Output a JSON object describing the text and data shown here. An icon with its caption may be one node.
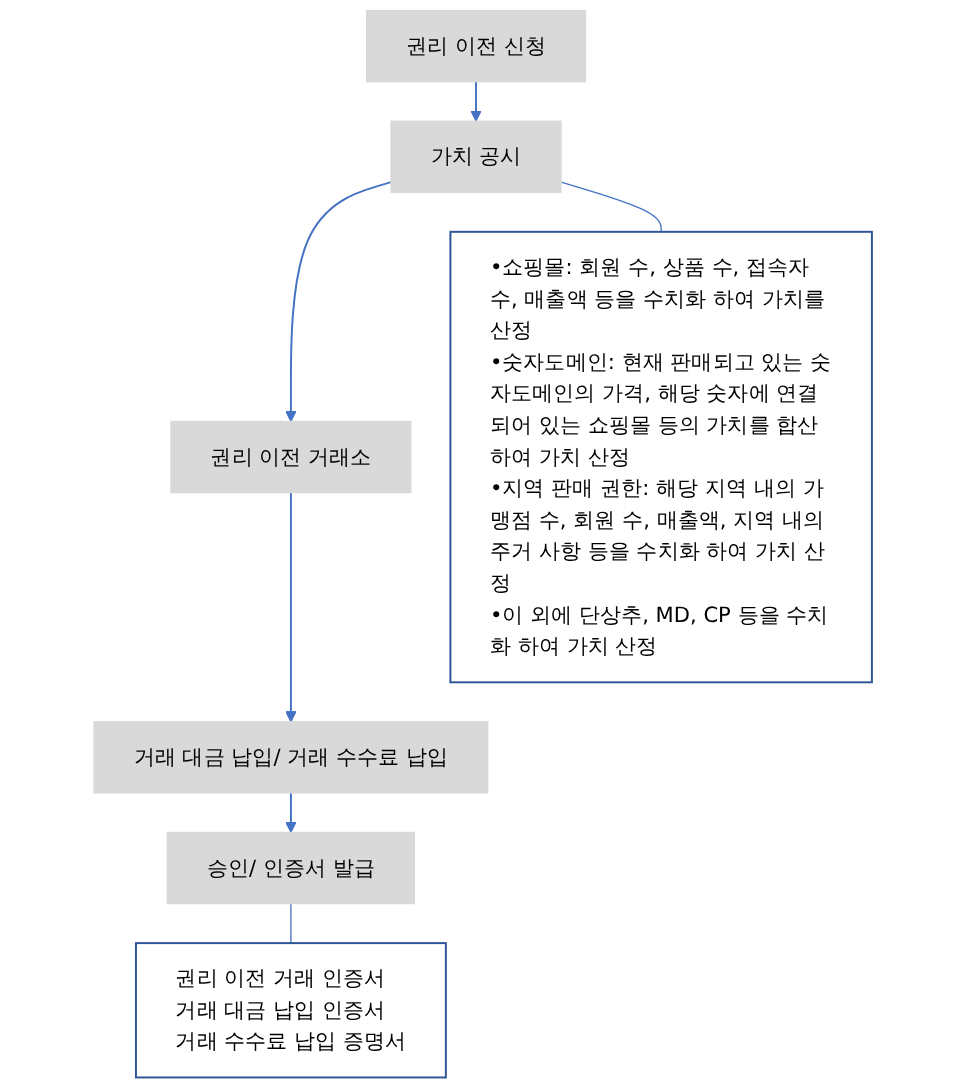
{
  "diagram": {
    "nodes": [
      {
        "text": [
          "권리 이전 신청"
        ]
      },
      {
        "text": [
          "가치 공시"
        ]
      },
      {
        "text": [
          "권리 이전 거래소"
        ]
      },
      {
        "text": [
          "거래 대금 납입/ 거래 수수료 납입"
        ]
      },
      {
        "text": [
          "승인/ 인증서 발급"
        ]
      },
      {
        "text": [
          "•쇼핑몰: 회원 수, 상품 수, 접속자 수, 매출액 등을 수치화 하여 가치를 산정",
          "•숫자도메인: 현재 판매되고 있는 숫자도메인의 가격, 해당 숫자에 연결되어 있는 쇼핑몰 등의 가치를 합산하여 가치 산정",
          "•지역 판매 권한: 해당 지역 내의 가맹점 수, 회원 수, 매출액, 지역 내의 주거 사항 등을 수치화 하여 가치 산정",
          "•이 외에 단상추, MD, CP 등을 수치화 하여 가치 산정"
        ]
      },
      {
        "text": [
          "권리 이전 거래 인증서",
          "거래 대금 납입 인증서",
          "거래 수수료 납입 증명서"
        ]
      }
    ],
    "edges": [
      {
        "from": 0,
        "to": 1,
        "arrow": "to"
      },
      {
        "from": 1,
        "to": 2,
        "arrow": "to"
      },
      {
        "from": 2,
        "to": 3,
        "arrow": "to"
      },
      {
        "from": 3,
        "to": 4,
        "arrow": "to"
      },
      {
        "from": 1,
        "to": 5,
        "arrow": "none"
      },
      {
        "from": 4,
        "to": 6,
        "arrow": "none"
      }
    ]
  }
}
